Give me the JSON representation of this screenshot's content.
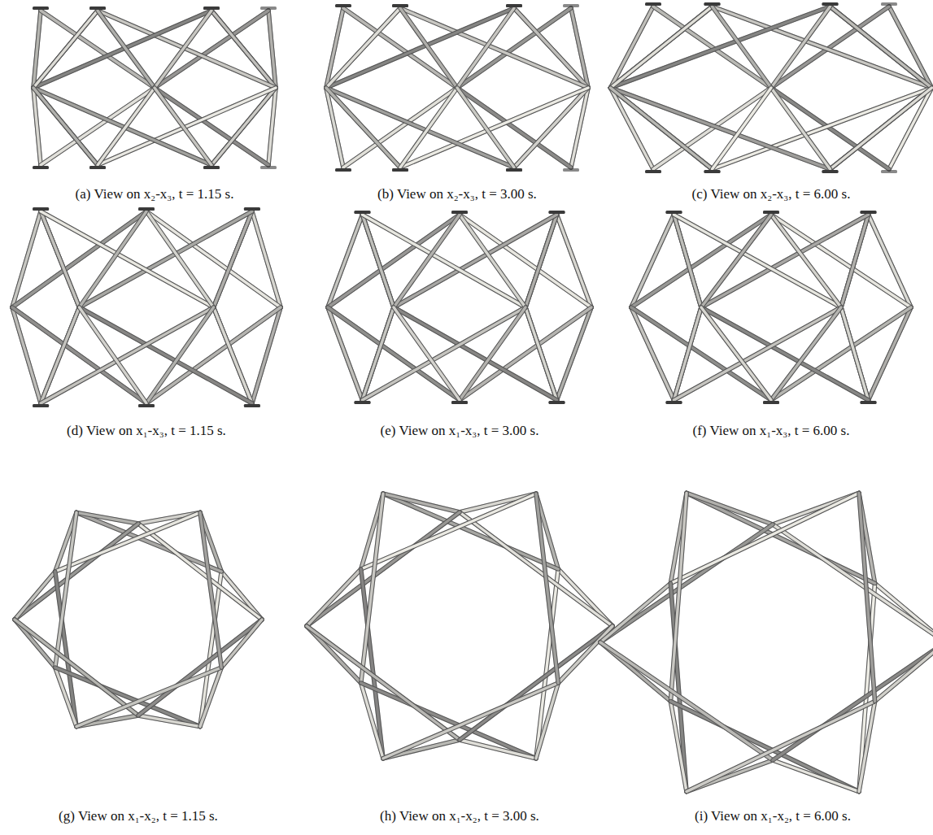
{
  "diagram": {
    "labels": [
      "(a) View on x₂-x₃, t = 1.15 s.",
      "(b) View on x₂-x₃, t = 3.00 s.",
      "(c) View on x₂-x₃, t = 6.00 s.",
      "(d) View on x₁-x₃, t = 1.15 s.",
      "(e) View on x₁-x₃, t = 3.00 s.",
      "(f) View on x₁-x₃, t = 6.00 s.",
      "(g) View on x₁-x₂, t = 1.15 s.",
      "(h) View on x₁-x₂, t = 3.00 s.",
      "(i) View on x₁-x₂, t = 6.00 s."
    ]
  }
}
